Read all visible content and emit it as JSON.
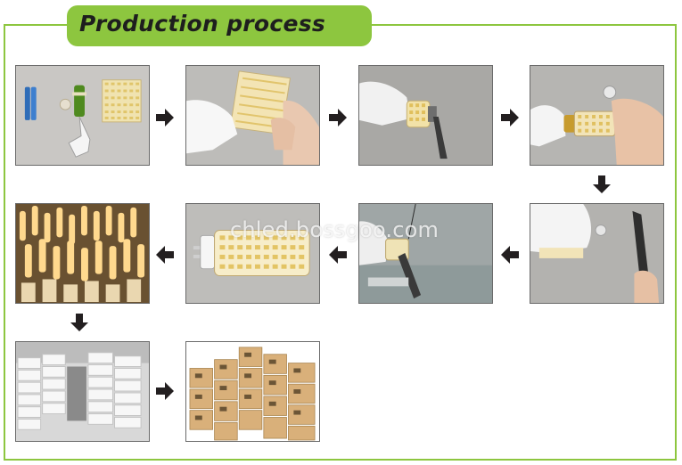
{
  "title": "Production process",
  "watermark": "chled.bossgoo.com",
  "colors": {
    "accent": "#8dc63f",
    "arrow": "#231f20",
    "title_text": "#1e1e1e"
  },
  "steps": [
    {
      "id": "components",
      "icon": "components-photo"
    },
    {
      "id": "led-board",
      "icon": "led-board-photo"
    },
    {
      "id": "soldering-board",
      "icon": "soldering-photo"
    },
    {
      "id": "fitting-base",
      "icon": "fitting-base-photo"
    },
    {
      "id": "soldering-wires",
      "icon": "soldering-wires-photo"
    },
    {
      "id": "soldering-pcb",
      "icon": "soldering-pcb-photo"
    },
    {
      "id": "finished-lamp",
      "icon": "finished-lamp-photo"
    },
    {
      "id": "aging-test",
      "icon": "aging-test-photo"
    },
    {
      "id": "packaging",
      "icon": "packaging-photo"
    },
    {
      "id": "shipping-cartons",
      "icon": "shipping-cartons-photo"
    }
  ],
  "arrows": [
    "arrow-right",
    "arrow-right",
    "arrow-right",
    "arrow-down",
    "arrow-left",
    "arrow-left",
    "arrow-left",
    "arrow-down",
    "arrow-right"
  ]
}
